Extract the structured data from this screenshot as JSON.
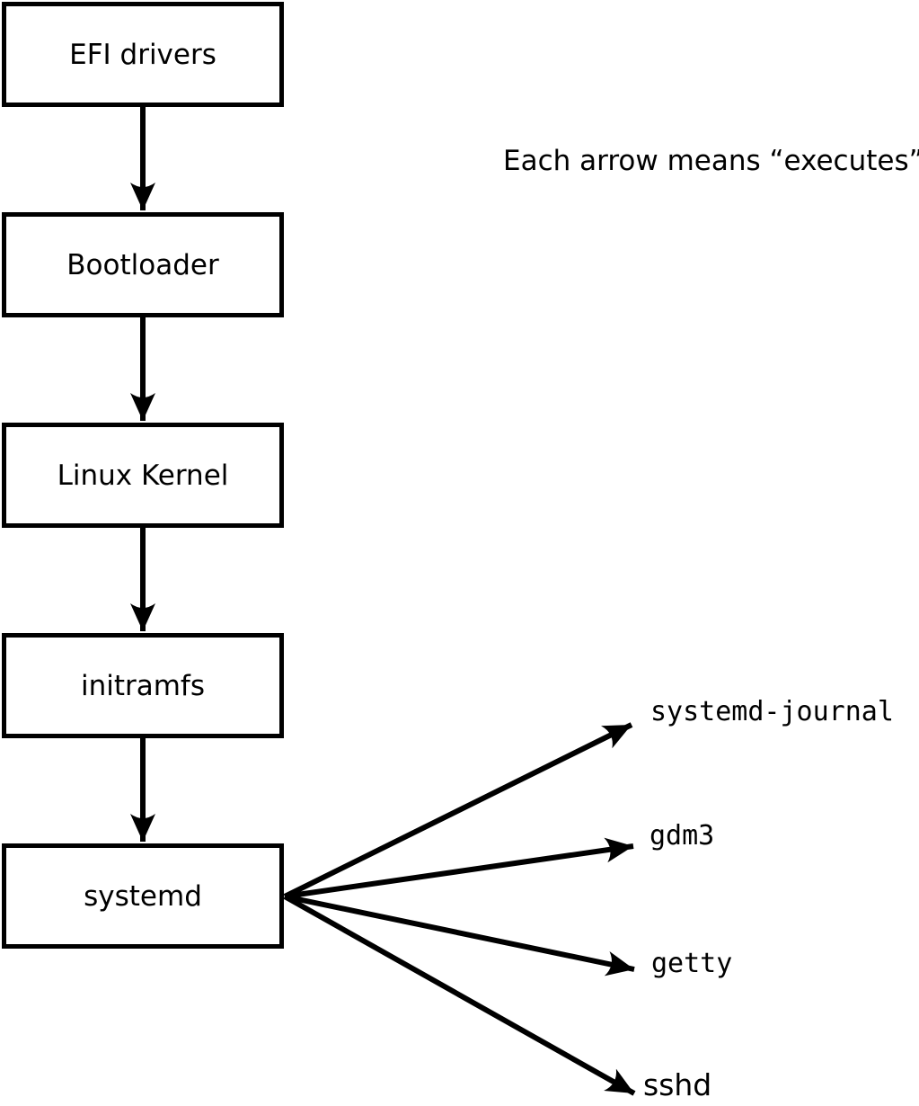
{
  "note": {
    "text": "Each arrow means “executes”."
  },
  "boot_chain": {
    "boxes": [
      {
        "label": "EFI drivers"
      },
      {
        "label": "Bootloader"
      },
      {
        "label": "Linux Kernel"
      },
      {
        "label": "initramfs"
      },
      {
        "label": "systemd"
      }
    ]
  },
  "spawned": {
    "items": [
      {
        "label": "systemd-journal"
      },
      {
        "label": "gdm3"
      },
      {
        "label": "getty"
      },
      {
        "label": "sshd"
      }
    ]
  },
  "colors": {
    "line": "#000000",
    "background": "#ffffff",
    "box_fill": "#ffffff"
  }
}
